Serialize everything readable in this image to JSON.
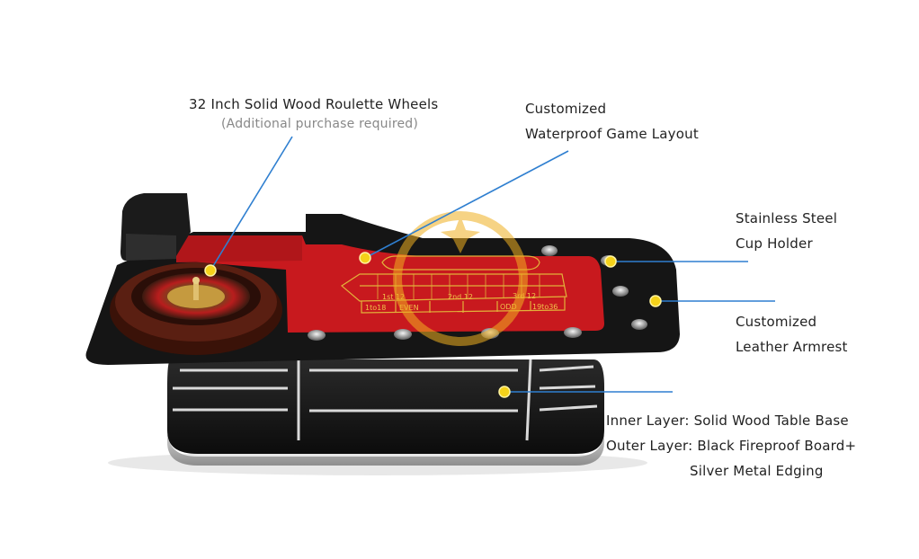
{
  "callouts": {
    "wheel": {
      "line1": "32 Inch Solid Wood Roulette Wheels",
      "line2": "(Additional purchase required)"
    },
    "layout": {
      "line1": "Customized",
      "line2": "Waterproof Game Layout"
    },
    "cup": {
      "line1": "Stainless Steel",
      "line2": "Cup Holder"
    },
    "armrest": {
      "line1": "Customized",
      "line2": "Leather Armrest"
    },
    "base": {
      "line1": "Inner Layer: Solid Wood Table Base",
      "line2": "Outer Layer: Black Fireproof Board+",
      "line3": "Silver Metal Edging"
    }
  },
  "felt_labels": {
    "dozen1": "1st 12",
    "dozen2": "2nd 12",
    "dozen3": "3rd 12",
    "low": "1to18",
    "even": "EVEN",
    "odd": "ODD",
    "high": "19to36"
  },
  "colors": {
    "felt": "#c8191e",
    "callout_line": "#2f7fd0",
    "marker": "#f5d21a",
    "table_black": "#151515"
  }
}
